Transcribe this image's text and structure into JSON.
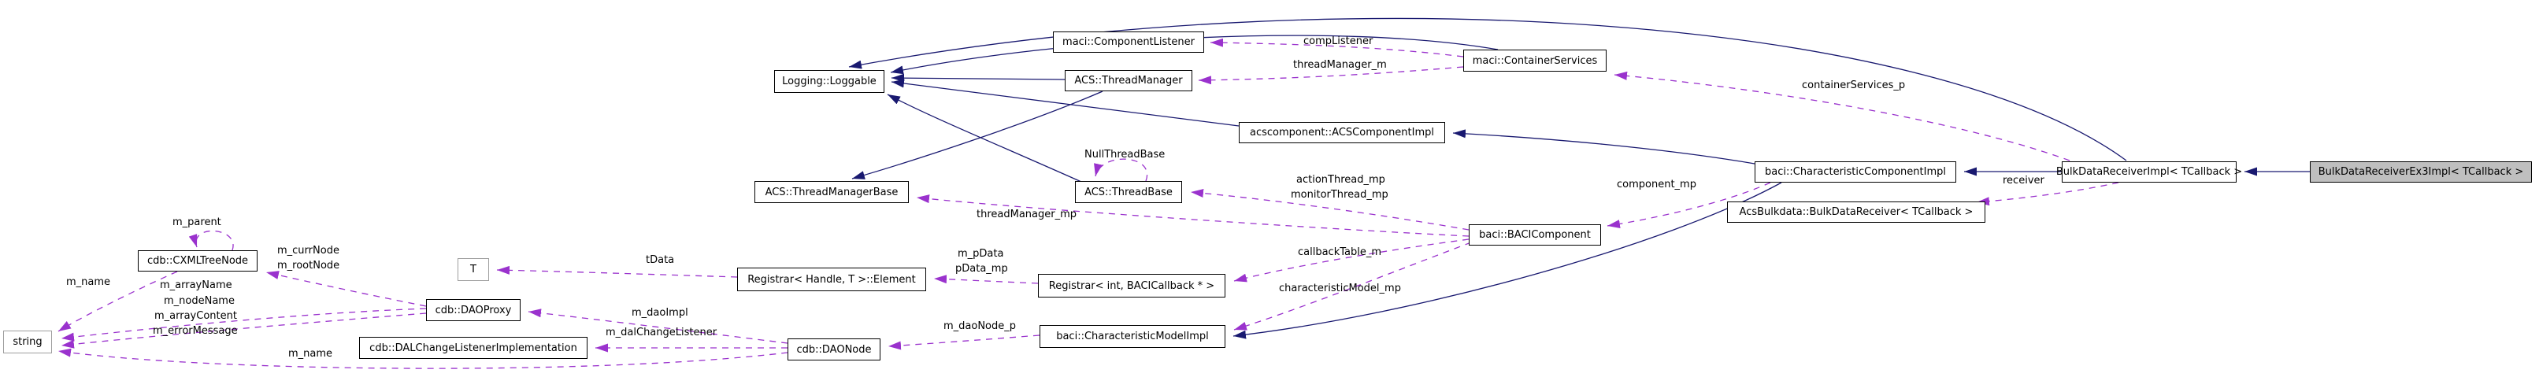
{
  "diagram": {
    "kind": "doxygen-collaboration-graph",
    "highlighted_node": "BulkDataReceiverEx3Impl< TCallback >"
  },
  "colors": {
    "inheritance_edge": "#191970",
    "usage_edge": "#9a32cd",
    "node_background": "#ffffff",
    "node_border": "#000000",
    "highlight_background": "#bfbfbf",
    "external_node_border": "#9e9e9e"
  },
  "nodes": {
    "componentListener": "maci::ComponentListener",
    "threadManager": "ACS::ThreadManager",
    "loggable": "Logging::Loggable",
    "containerServices": "maci::ContainerServices",
    "acsComponentImpl": "acscomponent::ACSComponentImpl",
    "characteristicComponentImpl": "baci::CharacteristicComponentImpl",
    "bulkDataReceiverImpl": "BulkDataReceiverImpl< TCallback >",
    "bulkDataReceiverEx3Impl": "BulkDataReceiverEx3Impl< TCallback >",
    "acsBulkdataReceiver": "AcsBulkdata::BulkDataReceiver< TCallback >",
    "threadManagerBase": "ACS::ThreadManagerBase",
    "threadBase": "ACS::ThreadBase",
    "baciComponent": "baci::BACIComponent",
    "cxmlTreeNode": "cdb::CXMLTreeNode",
    "tParam": "T",
    "registrarElement": "Registrar< Handle, T >::Element",
    "registrarInt": "Registrar< int, BACICallback * >",
    "daoProxy": "cdb::DAOProxy",
    "daoNode": "cdb::DAONode",
    "characteristicModelImpl": "baci::CharacteristicModelImpl",
    "stringNode": "string",
    "dalChangeListenerImpl": "cdb::DALChangeListenerImplementation"
  },
  "edge_labels": {
    "compListener": "compListener",
    "threadManager_m": "threadManager_m",
    "containerServices_p": "containerServices_p",
    "nullThreadBase": "NullThreadBase",
    "actionThread_mp": "actionThread_mp",
    "monitorThread_mp": "monitorThread_mp",
    "component_mp": "component_mp",
    "receiver": "receiver",
    "threadManager_mp": "threadManager_mp",
    "callbackTable_m": "callbackTable_m",
    "m_pData": "m_pData",
    "pData_mp": "pData_mp",
    "tData": "tData",
    "m_parent": "m_parent",
    "m_currNode": "m_currNode",
    "m_rootNode": "m_rootNode",
    "m_name": "m_name",
    "m_arrayName": "m_arrayName",
    "m_nodeName": "m_nodeName",
    "m_arrayContent": "m_arrayContent",
    "m_errorMessage": "m_errorMessage",
    "m_daoImpl": "m_daoImpl",
    "characteristicModel_mp": "characteristicModel_mp",
    "m_daoNode_p": "m_daoNode_p",
    "m_dalChangeListener": "m_dalChangeListener"
  },
  "edges": [
    {
      "from": "BulkDataReceiverEx3Impl< TCallback >",
      "to": "BulkDataReceiverImpl< TCallback >",
      "type": "inheritance"
    },
    {
      "from": "BulkDataReceiverImpl< TCallback >",
      "to": "baci::CharacteristicComponentImpl",
      "type": "inheritance"
    },
    {
      "from": "BulkDataReceiverImpl< TCallback >",
      "to": "Logging::Loggable",
      "type": "inheritance"
    },
    {
      "from": "BulkDataReceiverImpl< TCallback >",
      "to": "maci::ContainerServices",
      "type": "usage",
      "label": "containerServices_p"
    },
    {
      "from": "BulkDataReceiverImpl< TCallback >",
      "to": "AcsBulkdata::BulkDataReceiver< TCallback >",
      "type": "usage",
      "label": "receiver"
    },
    {
      "from": "baci::CharacteristicComponentImpl",
      "to": "acscomponent::ACSComponentImpl",
      "type": "inheritance"
    },
    {
      "from": "baci::CharacteristicComponentImpl",
      "to": "baci::CharacteristicModelImpl",
      "type": "inheritance"
    },
    {
      "from": "baci::CharacteristicComponentImpl",
      "to": "baci::BACIComponent",
      "type": "usage",
      "label": "component_mp"
    },
    {
      "from": "acscomponent::ACSComponentImpl",
      "to": "Logging::Loggable",
      "type": "inheritance"
    },
    {
      "from": "maci::ContainerServices",
      "to": "Logging::Loggable",
      "type": "inheritance"
    },
    {
      "from": "maci::ContainerServices",
      "to": "maci::ComponentListener",
      "type": "usage",
      "label": "compListener"
    },
    {
      "from": "maci::ContainerServices",
      "to": "ACS::ThreadManager",
      "type": "usage",
      "label": "threadManager_m"
    },
    {
      "from": "ACS::ThreadManager",
      "to": "Logging::Loggable",
      "type": "inheritance"
    },
    {
      "from": "ACS::ThreadManager",
      "to": "ACS::ThreadManagerBase",
      "type": "inheritance"
    },
    {
      "from": "ACS::ThreadBase",
      "to": "Logging::Loggable",
      "type": "inheritance"
    },
    {
      "from": "ACS::ThreadBase",
      "to": "ACS::ThreadBase",
      "type": "usage",
      "label": "NullThreadBase"
    },
    {
      "from": "baci::BACIComponent",
      "to": "ACS::ThreadBase",
      "type": "usage",
      "label": "actionThread_mp monitorThread_mp"
    },
    {
      "from": "baci::BACIComponent",
      "to": "ACS::ThreadManagerBase",
      "type": "usage",
      "label": "threadManager_mp"
    },
    {
      "from": "baci::BACIComponent",
      "to": "Registrar< int, BACICallback * >",
      "type": "usage",
      "label": "callbackTable_m"
    },
    {
      "from": "baci::BACIComponent",
      "to": "baci::CharacteristicModelImpl",
      "type": "usage",
      "label": "characteristicModel_mp"
    },
    {
      "from": "Registrar< int, BACICallback * >",
      "to": "Registrar< Handle, T >::Element",
      "type": "usage",
      "label": "m_pData pData_mp"
    },
    {
      "from": "Registrar< Handle, T >::Element",
      "to": "T",
      "type": "usage",
      "label": "tData"
    },
    {
      "from": "cdb::CXMLTreeNode",
      "to": "cdb::CXMLTreeNode",
      "type": "usage",
      "label": "m_parent"
    },
    {
      "from": "cdb::CXMLTreeNode",
      "to": "string",
      "type": "usage",
      "label": "m_name"
    },
    {
      "from": "cdb::DAOProxy",
      "to": "cdb::CXMLTreeNode",
      "type": "usage",
      "label": "m_currNode m_rootNode"
    },
    {
      "from": "cdb::DAOProxy",
      "to": "string",
      "type": "usage",
      "label": "m_arrayName m_nodeName m_arrayContent m_errorMessage"
    },
    {
      "from": "baci::CharacteristicModelImpl",
      "to": "cdb::DAONode",
      "type": "usage",
      "label": "m_daoNode_p"
    },
    {
      "from": "cdb::DAONode",
      "to": "cdb::DAOProxy",
      "type": "usage",
      "label": "m_daoImpl"
    },
    {
      "from": "cdb::DAONode",
      "to": "cdb::DALChangeListenerImplementation",
      "type": "usage",
      "label": "m_dalChangeListener"
    },
    {
      "from": "cdb::DAONode",
      "to": "string",
      "type": "usage",
      "label": "m_name"
    }
  ]
}
